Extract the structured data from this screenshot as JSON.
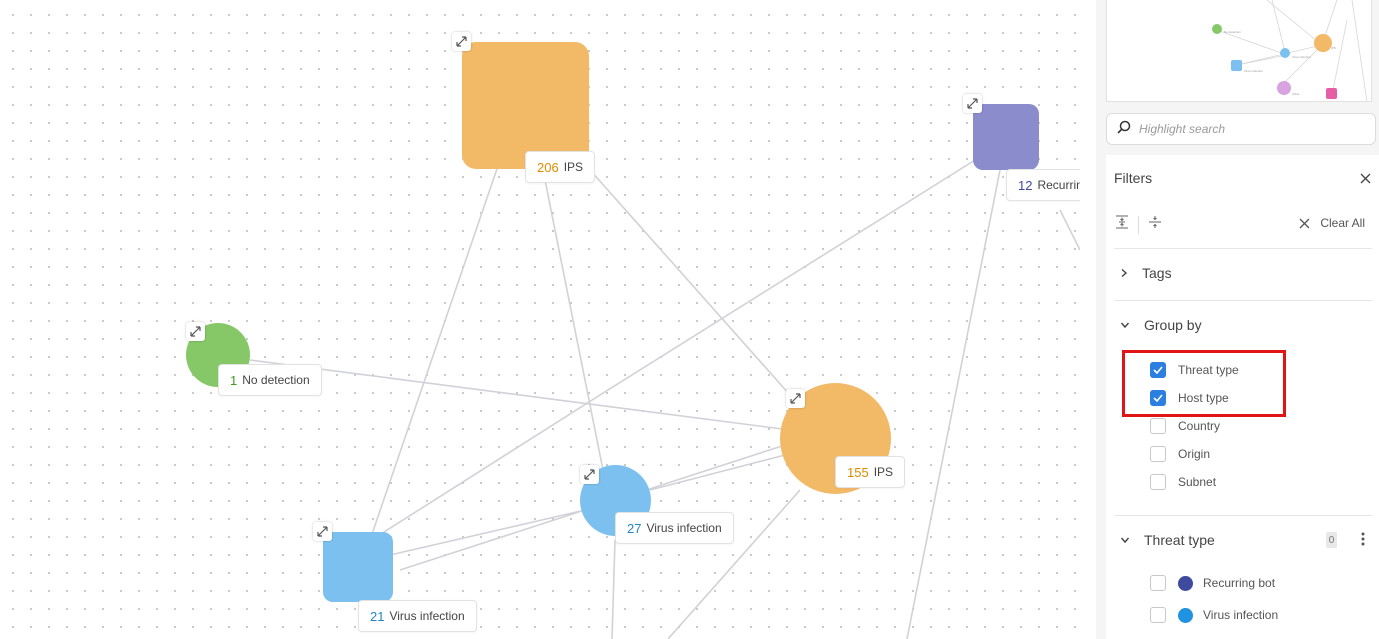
{
  "graph": {
    "nodes": [
      {
        "id": "ips-206",
        "count": "206",
        "label": "IPS",
        "shape": "square",
        "color": "#f2b967",
        "count_color": "#e08a00"
      },
      {
        "id": "recurring-12",
        "count": "12",
        "label": "Recurrin",
        "shape": "square",
        "color": "#8b8ccc",
        "count_color": "#3f4aa0"
      },
      {
        "id": "nodetect-1",
        "count": "1",
        "label": "No detection",
        "shape": "circle",
        "color": "#86c867",
        "count_color": "#3c9a21"
      },
      {
        "id": "ips-155",
        "count": "155",
        "label": "IPS",
        "shape": "circle",
        "color": "#f2b967",
        "count_color": "#e08a00"
      },
      {
        "id": "virus-27",
        "count": "27",
        "label": "Virus infection",
        "shape": "circle",
        "color": "#7cc0ef",
        "count_color": "#2484c6"
      },
      {
        "id": "virus-21",
        "count": "21",
        "label": "Virus infection",
        "shape": "square",
        "color": "#7cc0ef",
        "count_color": "#2484c6"
      }
    ],
    "edge_color": "#d0d2d8"
  },
  "minimap": {
    "node_colors": [
      "#86c867",
      "#7cc0ef",
      "#f2b967",
      "#7cc0ef",
      "#d7a3e0",
      "#e65fa6"
    ]
  },
  "search": {
    "placeholder": "Highlight search",
    "icon": "search-icon"
  },
  "filters": {
    "title": "Filters",
    "clear_all": "Clear All",
    "sections": {
      "tags": {
        "label": "Tags",
        "expanded": false
      },
      "group_by": {
        "label": "Group by",
        "expanded": true,
        "options": [
          {
            "label": "Threat type",
            "checked": true
          },
          {
            "label": "Host type",
            "checked": true
          },
          {
            "label": "Country",
            "checked": false
          },
          {
            "label": "Origin",
            "checked": false
          },
          {
            "label": "Subnet",
            "checked": false
          }
        ]
      },
      "threat_type": {
        "label": "Threat type",
        "expanded": true,
        "badge": "0",
        "options": [
          {
            "label": "Recurring bot",
            "checked": false,
            "color": "#3e4a9e"
          },
          {
            "label": "Virus infection",
            "checked": false,
            "color": "#1f93df"
          }
        ]
      }
    }
  },
  "accent_color": "#2b7fe0",
  "highlight_color": "#e01414"
}
